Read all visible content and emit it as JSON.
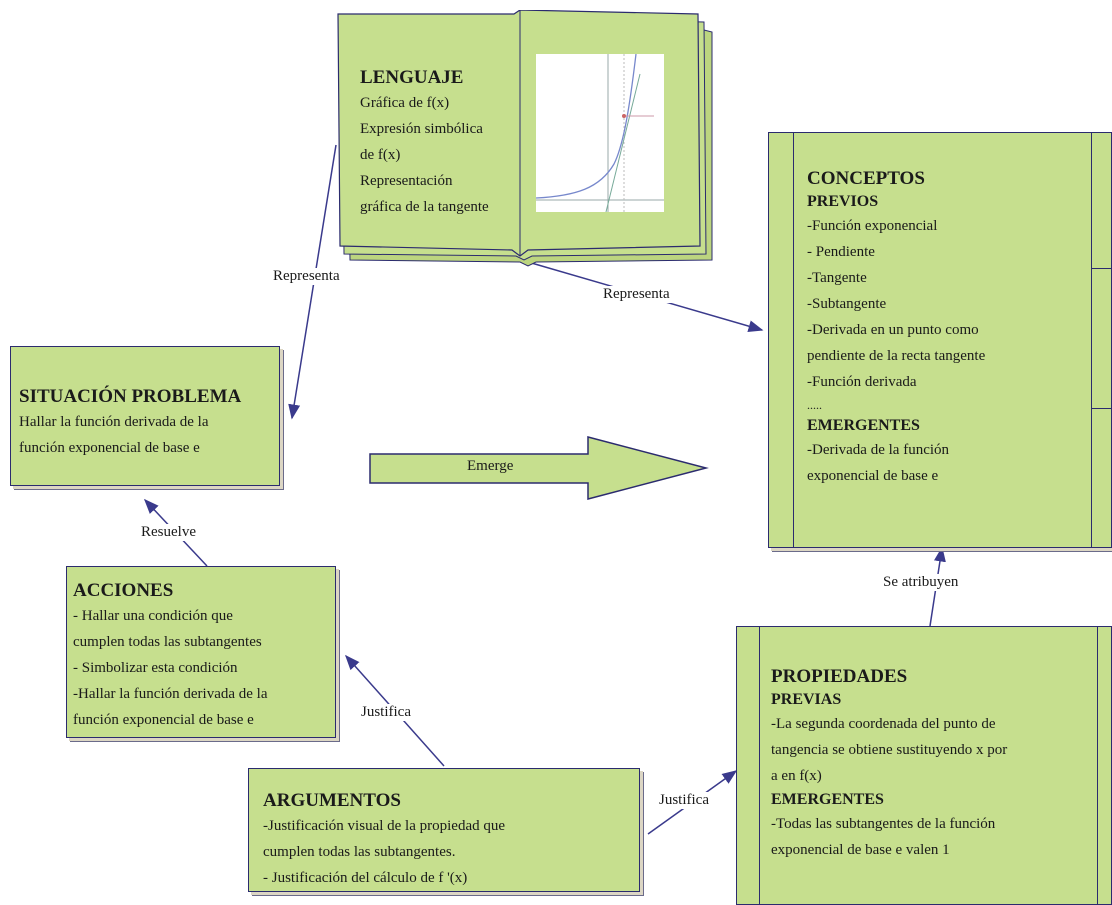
{
  "lenguaje": {
    "title": "LENGUAJE",
    "items": [
      "Gráfica de f(x)",
      "Expresión simbólica",
      "de f(x)",
      "Representación",
      " gráfica de la tangente"
    ]
  },
  "conceptos": {
    "title": "CONCEPTOS",
    "previos_heading": "PREVIOS",
    "previos": [
      "-Función exponencial",
      "- Pendiente",
      "-Tangente",
      "-Subtangente",
      "-Derivada en un punto como",
      "pendiente de la recta tangente",
      "-Función derivada",
      "....."
    ],
    "emergentes_heading": "EMERGENTES",
    "emergentes": [
      "-Derivada de la función",
      "exponencial de base e"
    ]
  },
  "situacion": {
    "title": "SITUACIÓN PROBLEMA",
    "items": [
      "Hallar la función derivada de la",
      "función exponencial de base e"
    ]
  },
  "acciones": {
    "title": "ACCIONES",
    "items": [
      "- Hallar una condición que",
      "cumplen todas las subtangentes",
      "- Simbolizar esta condición",
      "-Hallar la función derivada de la",
      "función exponencial de base e"
    ]
  },
  "argumentos": {
    "title": "ARGUMENTOS",
    "items": [
      "-Justificación visual de la propiedad que",
      "cumplen todas las subtangentes.",
      "- Justificación del cálculo de f '(x)"
    ]
  },
  "propiedades": {
    "title": "PROPIEDADES",
    "previas_heading": "PREVIAS",
    "previas": [
      "-La segunda coordenada del punto de",
      "tangencia se obtiene sustituyendo x por",
      "a en f(x)"
    ],
    "emergentes_heading": "EMERGENTES",
    "emergentes": [
      "-Todas las subtangentes de la función",
      "exponencial de base e valen 1"
    ]
  },
  "labels": {
    "representa_left": "Representa",
    "representa_right": "Representa",
    "emerge": "Emerge",
    "resuelve": "Resuelve",
    "justifica_left": "Justifica",
    "justifica_right": "Justifica",
    "se_atribuyen": "Se atribuyen"
  },
  "colors": {
    "box_fill": "#c6df8e",
    "connector": "#3a3a8c",
    "border": "#2b2b6e"
  }
}
